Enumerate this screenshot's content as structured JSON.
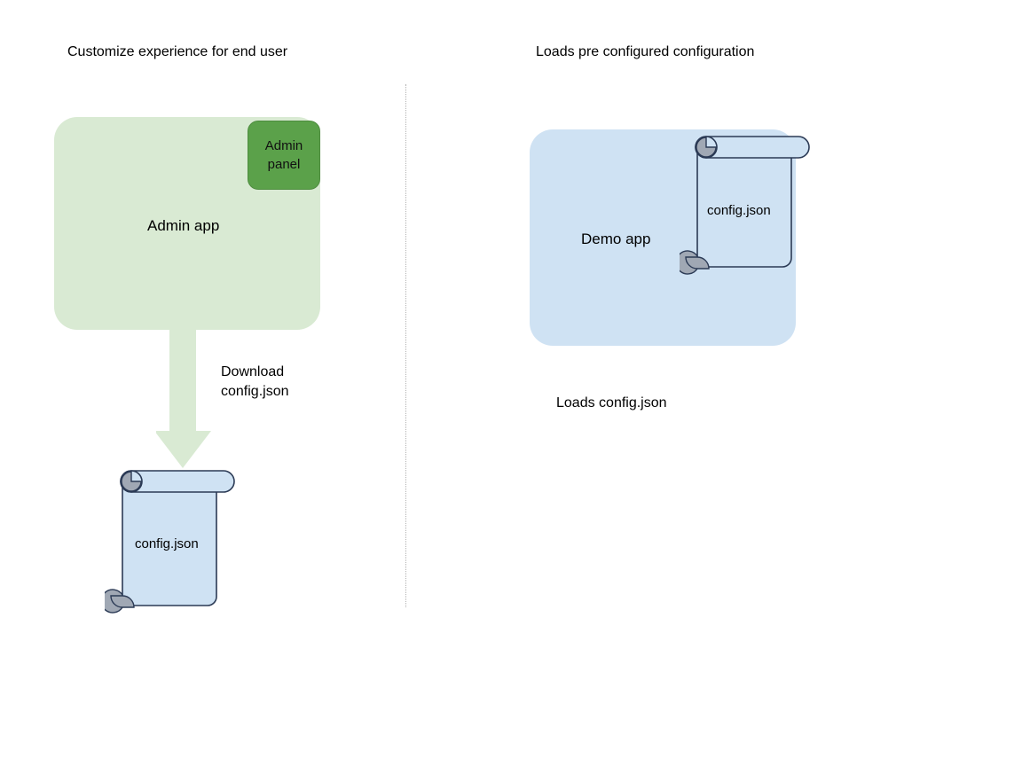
{
  "diagram": {
    "background": "#ffffff",
    "titles": {
      "left": "Customize experience for end user",
      "right": "Loads pre configured configuration"
    },
    "divider": {
      "style": "dotted-vertical",
      "color": "#b3b3b3"
    },
    "left_flow": {
      "app": {
        "label": "Admin app",
        "fill": "#d9ead3"
      },
      "panel": {
        "label_line1": "Admin",
        "label_line2": "panel",
        "fill": "#5ba14a",
        "stroke": "#4e8c3f"
      },
      "arrow": {
        "caption_line1": "Download",
        "caption_line2": "config.json",
        "fill": "#d9ead3"
      },
      "file": {
        "label": "config.json",
        "fill": "#cfe2f3",
        "stroke": "#2b3a55",
        "curl_fill": "#a0a8b4"
      }
    },
    "right_flow": {
      "app": {
        "label": "Demo app",
        "fill": "#cfe2f3"
      },
      "file": {
        "label": "config.json",
        "fill": "#cfe2f3",
        "stroke": "#2b3a55",
        "curl_fill": "#a0a8b4"
      },
      "caption": "Loads config.json"
    }
  }
}
